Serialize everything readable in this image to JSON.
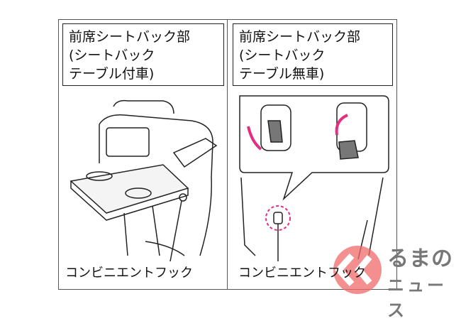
{
  "left_panel": {
    "title_lines": [
      "前席シートバック部",
      "(シートバック",
      "テーブル付車)"
    ],
    "caption": "コンビニエントフック"
  },
  "right_panel": {
    "title_lines": [
      "前席シートバック部",
      "(シートバック",
      "テーブル無車)"
    ],
    "caption": "コンビニエントフック"
  },
  "watermark": {
    "line1": "るまの",
    "line2": "ニュース"
  },
  "colors": {
    "highlight": "#e0307f",
    "logo": "#f06a6a"
  }
}
